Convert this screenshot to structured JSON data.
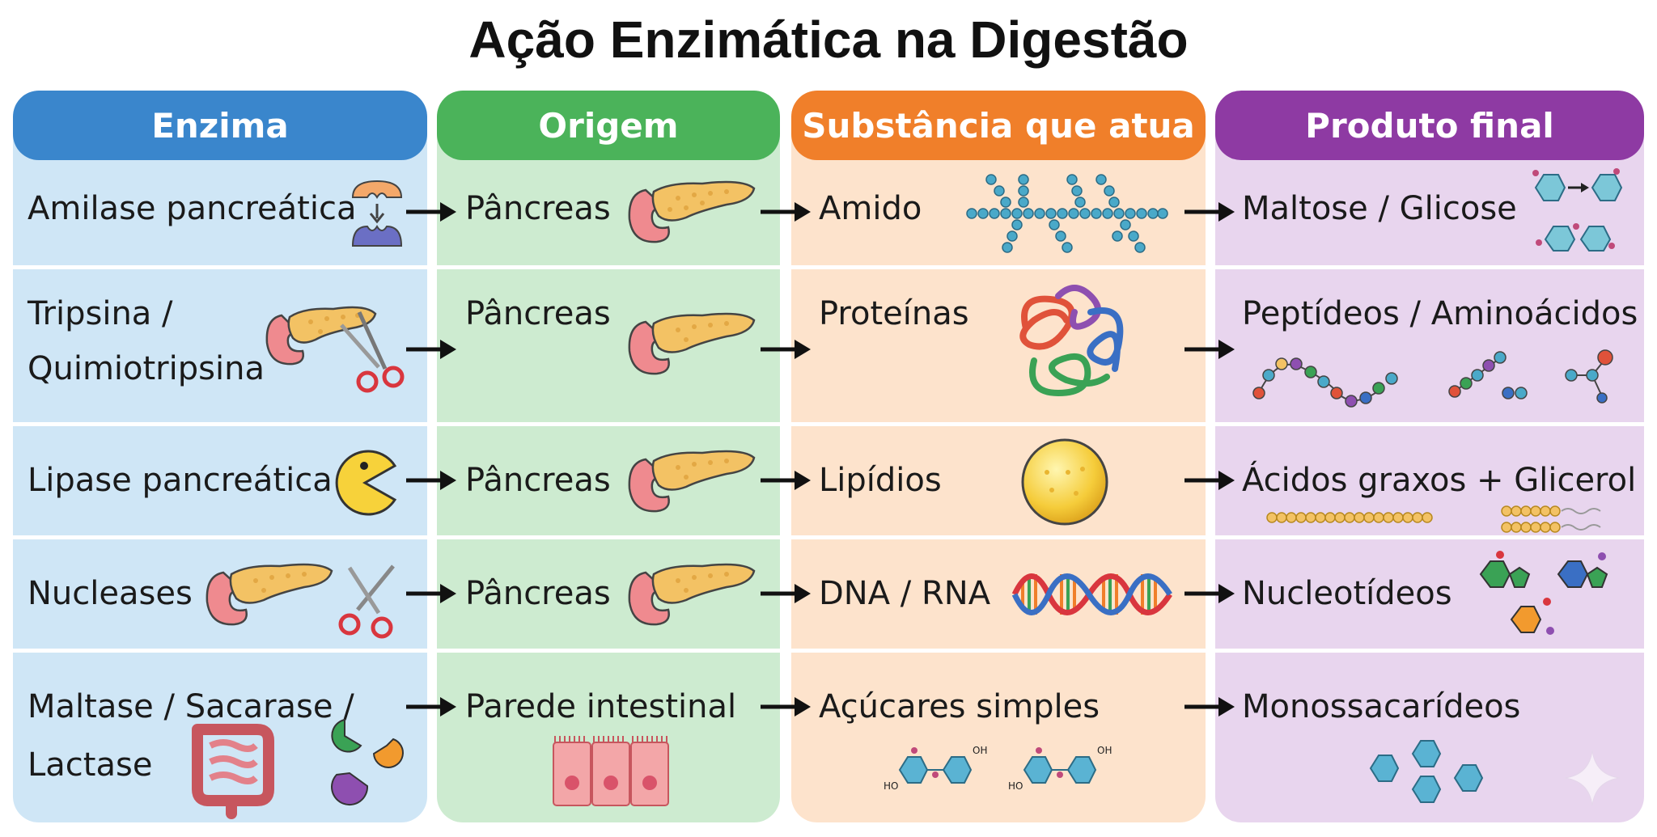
{
  "title": "Ação Enzimática na Digestão",
  "colors": {
    "enzima": "#3a86cc",
    "origem": "#4bb35a",
    "substancia": "#f07f2a",
    "produto": "#8e3aa3",
    "enzima_bg": "#cfe6f6",
    "origem_bg": "#cdebd0",
    "substancia_bg": "#fde3cc",
    "produto_bg": "#e8d5ee"
  },
  "headers": {
    "enzima": "Enzima",
    "origem": "Origem",
    "substancia": "Substância que atua",
    "produto": "Produto final"
  },
  "rows": [
    {
      "enzima": [
        "Amilase pancreática"
      ],
      "origem": "Pâncreas",
      "substancia": "Amido",
      "produto": "Maltose / Glicose",
      "icons": [
        "enzyme-substrate-icon",
        "pancreas-icon",
        "starch-chain-icon",
        "glucose-ring-icon"
      ]
    },
    {
      "enzima": [
        "Tripsina /",
        "Quimiotripsina"
      ],
      "origem": "Pâncreas",
      "substancia": "Proteínas",
      "produto": "Peptídeos / Aminoácidos",
      "icons": [
        "pancreas-scissors-icon",
        "pancreas-icon",
        "protein-coil-icon",
        "peptide-chain-icon"
      ]
    },
    {
      "enzima": [
        "Lipase pancreática"
      ],
      "origem": "Pâncreas",
      "substancia": "Lipídios",
      "produto": "Ácidos graxos + Glicerol",
      "icons": [
        "pacman-icon",
        "pancreas-icon",
        "lipid-droplet-icon",
        "fatty-acid-chain-icon"
      ]
    },
    {
      "enzima": [
        "Nucleases"
      ],
      "origem": "Pâncreas",
      "substancia": "DNA / RNA",
      "produto": "Nucleotídeos",
      "icons": [
        "pancreas-scissors-icon",
        "pancreas-icon",
        "dna-helix-icon",
        "nucleotide-icon"
      ]
    },
    {
      "enzima": [
        "Maltase / Sacarase /",
        "Lactase"
      ],
      "origem": "Parede intestinal",
      "substancia": "Açúcares simples",
      "produto": "Monossacarídeos",
      "icons": [
        "intestine-icon",
        "intestinal-cells-icon",
        "disaccharide-icon",
        "monosaccharide-icon"
      ]
    }
  ],
  "sugar_labels": {
    "oh": "OH",
    "ho": "HO"
  }
}
